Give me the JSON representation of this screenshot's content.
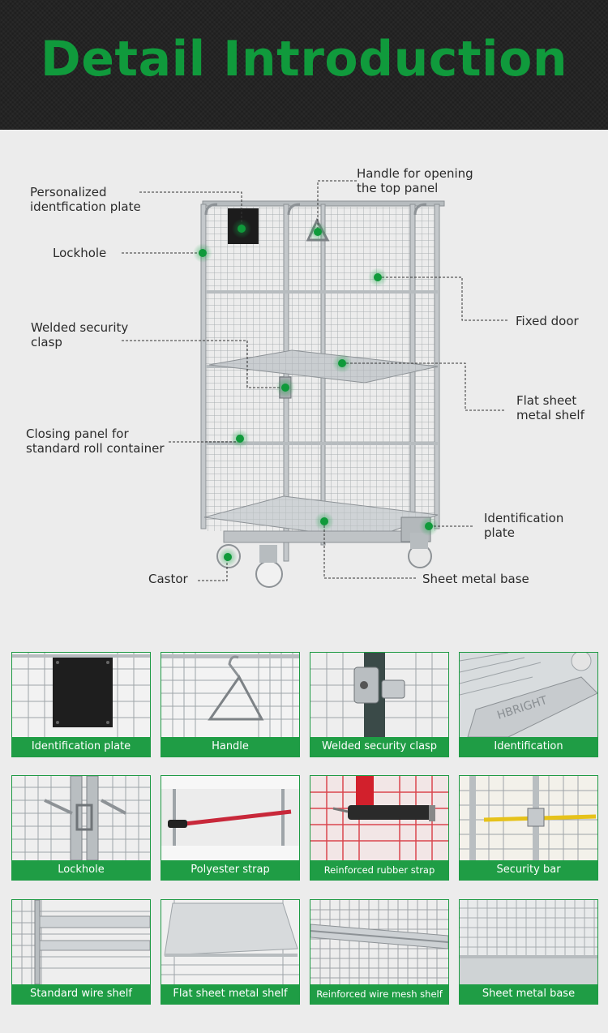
{
  "header": {
    "title": "Detail Introduction"
  },
  "colors": {
    "brand_green": "#109a3c",
    "label_green": "#1f9d45",
    "dot_green": "#0f9a3a"
  },
  "callouts": [
    {
      "id": "personalized",
      "text": "Personalized\nidentfication plate"
    },
    {
      "id": "handle-top",
      "text": "Handle for opening\nthe top panel"
    },
    {
      "id": "lockhole",
      "text": "Lockhole"
    },
    {
      "id": "fixed-door",
      "text": "Fixed door"
    },
    {
      "id": "welded-clasp",
      "text": "Welded security\nclasp"
    },
    {
      "id": "flat-shelf",
      "text": "Flat sheet\nmetal shelf"
    },
    {
      "id": "closing-panel",
      "text": "Closing panel for\nstandard roll container"
    },
    {
      "id": "ident-plate",
      "text": "Identification\nplate"
    },
    {
      "id": "castor",
      "text": "Castor"
    },
    {
      "id": "sheet-base",
      "text": "Sheet metal base"
    }
  ],
  "details": [
    {
      "label": "Identification plate"
    },
    {
      "label": "Handle"
    },
    {
      "label": "Welded security clasp"
    },
    {
      "label": "Identification"
    },
    {
      "label": "Lockhole"
    },
    {
      "label": "Polyester strap"
    },
    {
      "label": "Reinforced rubber strap"
    },
    {
      "label": "Security bar"
    },
    {
      "label": "Standard wire shelf"
    },
    {
      "label": "Flat sheet metal shelf"
    },
    {
      "label": "Reinforced wire mesh shelf"
    },
    {
      "label": "Sheet metal base"
    }
  ]
}
